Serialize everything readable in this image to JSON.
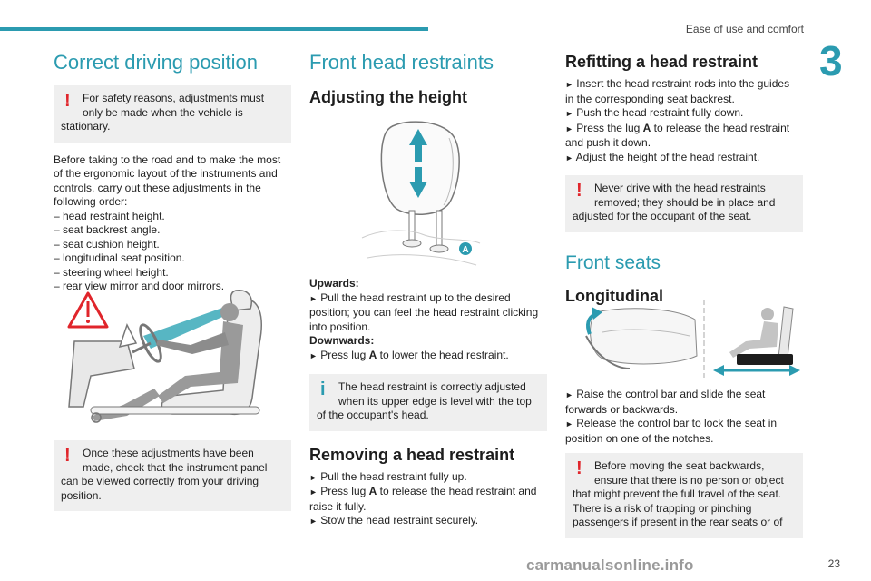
{
  "header": {
    "section": "Ease of use and comfort",
    "chapter": "3"
  },
  "footer": {
    "page": "23",
    "watermark": "carmanualsonline.info"
  },
  "col1": {
    "title": "Correct driving position",
    "warn1": [
      "For safety reasons, adjustments must",
      "only be made when the vehicle is",
      "stationary."
    ],
    "body": [
      "Before taking to the road and to make the most",
      "of the ergonomic layout of the instruments and",
      "controls, carry out these adjustments in the",
      "following order:",
      "– head restraint height.",
      "– seat backrest angle.",
      "– seat cushion height.",
      "– longitudinal seat position.",
      "– steering wheel height.",
      "– rear view mirror and door mirrors."
    ],
    "warn2": [
      "Once these adjustments have been",
      "made, check that the instrument panel",
      "can be viewed correctly from your driving",
      "position."
    ]
  },
  "col2": {
    "title": "Front head restraints",
    "h_adjust": "Adjusting the height",
    "lug": "A",
    "upwards": "Upwards:",
    "up1": [
      "Pull the head restraint up to the desired",
      "position; you can feel the head restraint clicking",
      "into position."
    ],
    "downwards": "Downwards:",
    "down_pre": "Press lug ",
    "down_post": " to lower the head restraint.",
    "info": [
      "The head restraint is correctly adjusted",
      "when its upper edge is level with the top",
      "of the occupant's head."
    ],
    "h_remove": "Removing a head restraint",
    "rm1": "Pull the head restraint fully up.",
    "rm2_pre": "Press lug ",
    "rm2_post": " to release the head restraint and",
    "rm2_cont": "raise it fully.",
    "rm3": "Stow the head restraint securely."
  },
  "col3": {
    "h_refit": "Refitting a head restraint",
    "rf1": [
      "Insert the head restraint rods into the guides",
      "in the corresponding seat backrest."
    ],
    "rf2": "Push the head restraint fully down.",
    "rf3_pre": "Press the lug ",
    "rf3_post": " to release the head restraint",
    "rf3_cont": "and push it down.",
    "rf4": "Adjust the height of the head restraint.",
    "warn": [
      "Never drive with the head restraints",
      "removed; they should be in place and",
      "adjusted for the occupant of the seat."
    ],
    "title2": "Front seats",
    "h_long": "Longitudinal",
    "lg1": [
      "Raise the control bar and slide the seat",
      "forwards or backwards."
    ],
    "lg2": [
      "Release the control bar to lock the seat in",
      "position on one of the notches."
    ],
    "warn2": [
      "Before moving the seat backwards,",
      "ensure that there is no person or object",
      "that might prevent the full travel of the seat.",
      "There is a risk of trapping or pinching",
      "passengers if present in the rear seats or of"
    ]
  },
  "colors": {
    "accent": "#2b9bb0",
    "warning": "#e0252b",
    "note_bg": "#efefef"
  }
}
